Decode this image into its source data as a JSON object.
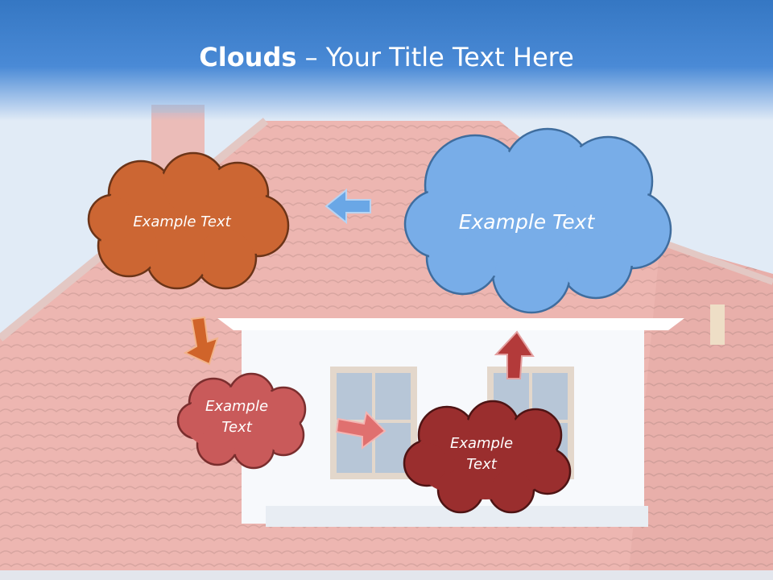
{
  "slide": {
    "title_bold": "Clouds",
    "title_dash": " – ",
    "title_rest": "Your Title Text Here"
  },
  "clouds": [
    {
      "id": "orange",
      "text": "Example Text",
      "color": "#cc6633"
    },
    {
      "id": "blue",
      "text": "Example Text",
      "color": "#78ade8"
    },
    {
      "id": "pink",
      "text_line1": "Example",
      "text_line2": "Text",
      "color": "#c95a5a"
    },
    {
      "id": "darkred",
      "text_line1": "Example",
      "text_line2": "Text",
      "color": "#9a2e2e"
    }
  ],
  "arrows": [
    {
      "name": "arrow-left-blue",
      "color": "#6aa7e6"
    },
    {
      "name": "arrow-down-orange",
      "color": "#d0642a"
    },
    {
      "name": "arrow-right-pink",
      "color": "#e0706f"
    },
    {
      "name": "arrow-up-red",
      "color": "#b33a3a"
    }
  ]
}
